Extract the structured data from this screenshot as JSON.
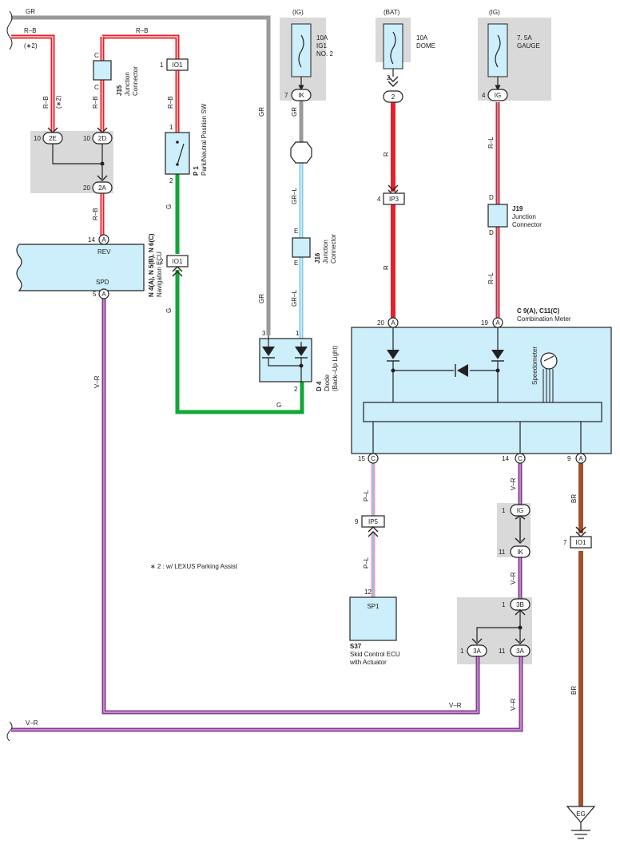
{
  "wire_labels": {
    "gr_top": "GR",
    "rb_top_left": "R–B",
    "star2_top": "(∗2)",
    "rb_v1": "R–B",
    "star2_v": "(∗2)",
    "rb_top_mid": "R–B",
    "rb_v2": "R–B",
    "rb_v3": "R–B",
    "rb_to_ecu": "R–B",
    "g_1": "G",
    "g_2": "G",
    "g_bottom": "G",
    "gr_v": "GR",
    "gr_v2": "GR",
    "gr_ik": "GR",
    "grl_1": "GR–L",
    "grl_2": "GR–L",
    "r_1": "R",
    "r_2": "R",
    "rl_1": "R–L",
    "rl_2": "R–L",
    "vr_left": "V–R",
    "vr_bottom_mid": "V–R",
    "vr_bottom_left": "V–R",
    "vr_c14": "V–R",
    "vr_ik": "V–R",
    "vr_3a": "V–R",
    "pl_1": "P–L",
    "pl_2": "P–L",
    "br_1": "BR",
    "br_2": "BR"
  },
  "fuses": {
    "ig1": {
      "source": "(IG)",
      "rating": "10A",
      "name1": "IG1",
      "name2": "NO. 2"
    },
    "bat": {
      "source": "(BAT)",
      "rating": "10A",
      "name1": "DOME"
    },
    "ig2": {
      "source": "(IG)",
      "rating": "7. 5A",
      "name1": "GAUGE"
    }
  },
  "connectors": {
    "io1_a": "IO1",
    "io1_b": "IO1",
    "io1_c": "IO1",
    "ik_top": "IK",
    "n2": "2",
    "ig_top": "IG",
    "ip3": "IP3",
    "ip5": "IP5",
    "c2e": "2E",
    "c2d": "2D",
    "c2a": "2A",
    "ig_mid": "IG",
    "ik_mid": "IK",
    "c3b": "3B",
    "c3a_l": "3A",
    "c3a_r": "3A",
    "a": "A",
    "c": "C"
  },
  "pins": {
    "p1_io1_a": "1",
    "p7_ik": "7",
    "p2_dome": "2",
    "p4_ig": "4",
    "p10_2e": "10",
    "p10_2d": "10",
    "p20_2a": "20",
    "p1_sw": "1",
    "p2_sw": "2",
    "p2_io1_b": "2",
    "p4_ip3": "4",
    "p14_ecu": "14",
    "p5_ecu": "5",
    "p3_d4": "3",
    "p1_d4": "1",
    "p2_d4": "2",
    "p20_meter": "20",
    "p19_meter": "19",
    "p15_meter": "15",
    "p14_meter": "14",
    "p9_meter": "9",
    "p9_ip5": "9",
    "p12_sp1": "12",
    "p1_ig": "1",
    "p11_ik": "11",
    "p7_io1_c": "7",
    "p1_3b": "1",
    "p1_3a": "1",
    "p11_3a": "11",
    "j15_c1": "C",
    "j15_c2": "C",
    "j16_e1": "E",
    "j16_e2": "E",
    "j19_d1": "D",
    "j19_d2": "D"
  },
  "components": {
    "j15": {
      "id": "J15",
      "name1": "Junction",
      "name2": "Connector"
    },
    "p1": {
      "id": "P 1",
      "name1": "Park/Neutral Position SW"
    },
    "j16": {
      "id": "J16",
      "name1": "Junction",
      "name2": "Connector"
    },
    "d4": {
      "id": "D 4",
      "name1": "Diode",
      "name2": "(Back–Up Light)"
    },
    "j19": {
      "id": "J19",
      "name1": "Junction",
      "name2": "Connector"
    },
    "nav": {
      "id": "N 4(A), N 5(B), N 6(C)",
      "name1": "Navigation ECU",
      "rev": "REV",
      "spd": "SPD"
    },
    "meter": {
      "id": "C 9(A), C11(C)",
      "name1": "Combination Meter",
      "speedometer": "Speedometer"
    },
    "s37": {
      "id": "S37",
      "name1": "Skid Control ECU",
      "name2": "with Actuator",
      "terminal": "SP1"
    },
    "ground": "EG"
  },
  "note": "∗ 2 : w/ LEXUS Parking Assist",
  "colors": {
    "red": "#e8202a",
    "green": "#13a538",
    "gray": "#9a9a9a",
    "brown": "#a0522d",
    "violet": "#7b3f98",
    "pink": "#e8a0c8",
    "lightblue": "#7ecbe8",
    "box": "#cdeefb",
    "shade": "#d9d9d9"
  }
}
